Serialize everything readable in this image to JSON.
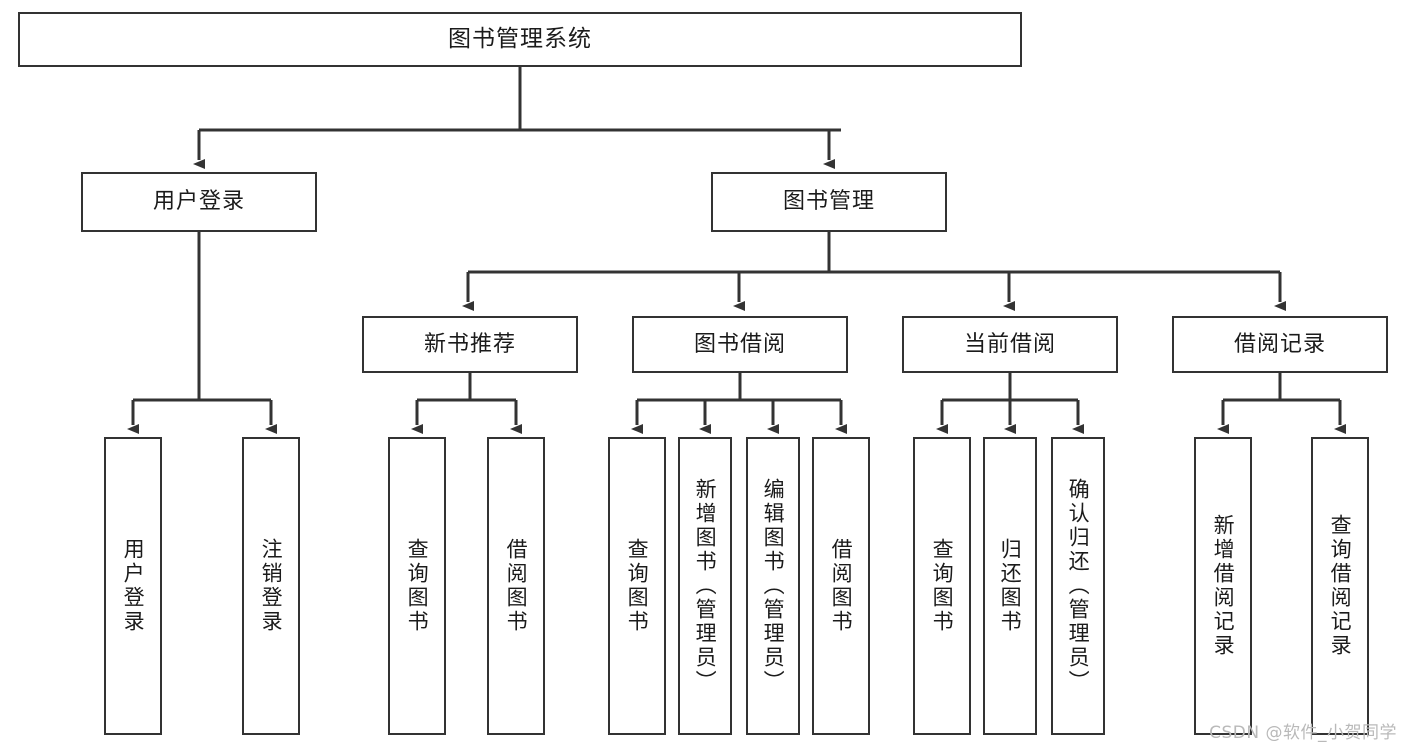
{
  "diagram": {
    "title": "图书管理系统",
    "watermark": "CSDN @软件_小贺同学",
    "line_color": "#333333",
    "box_fill": "#ffffff",
    "text_color": "#1b1b1b"
  },
  "nodes": {
    "root": {
      "label": "图书管理系统"
    },
    "level2": [
      {
        "key": "user_login",
        "label": "用户登录"
      },
      {
        "key": "book_manage",
        "label": "图书管理"
      }
    ],
    "level3": [
      {
        "key": "new_book_rec",
        "label": "新书推荐"
      },
      {
        "key": "book_borrow",
        "label": "图书借阅"
      },
      {
        "key": "current_borrow",
        "label": "当前借阅"
      },
      {
        "key": "borrow_record",
        "label": "借阅记录"
      }
    ],
    "leaves": {
      "user_login": [
        {
          "key": "leaf-user-login",
          "label": "用户登录"
        },
        {
          "key": "leaf-logout-login",
          "label": "注销登录"
        }
      ],
      "new_book_rec": [
        {
          "key": "leaf-query-book-1",
          "label": "查询图书"
        },
        {
          "key": "leaf-borrow-book-1",
          "label": "借阅图书"
        }
      ],
      "book_borrow": [
        {
          "key": "leaf-query-book-2",
          "label": "查询图书"
        },
        {
          "key": "leaf-add-book-admin",
          "label": "新增图书（管理员）"
        },
        {
          "key": "leaf-edit-book-admin",
          "label": "编辑图书（管理员）"
        },
        {
          "key": "leaf-borrow-book-2",
          "label": "借阅图书"
        }
      ],
      "current_borrow": [
        {
          "key": "leaf-query-book-3",
          "label": "查询图书"
        },
        {
          "key": "leaf-return-book",
          "label": "归还图书"
        },
        {
          "key": "leaf-confirm-return-admin",
          "label": "确认归还（管理员）"
        }
      ],
      "borrow_record": [
        {
          "key": "leaf-add-borrow-record",
          "label": "新增借阅记录"
        },
        {
          "key": "leaf-query-borrow-record",
          "label": "查询借阅记录"
        }
      ]
    }
  }
}
